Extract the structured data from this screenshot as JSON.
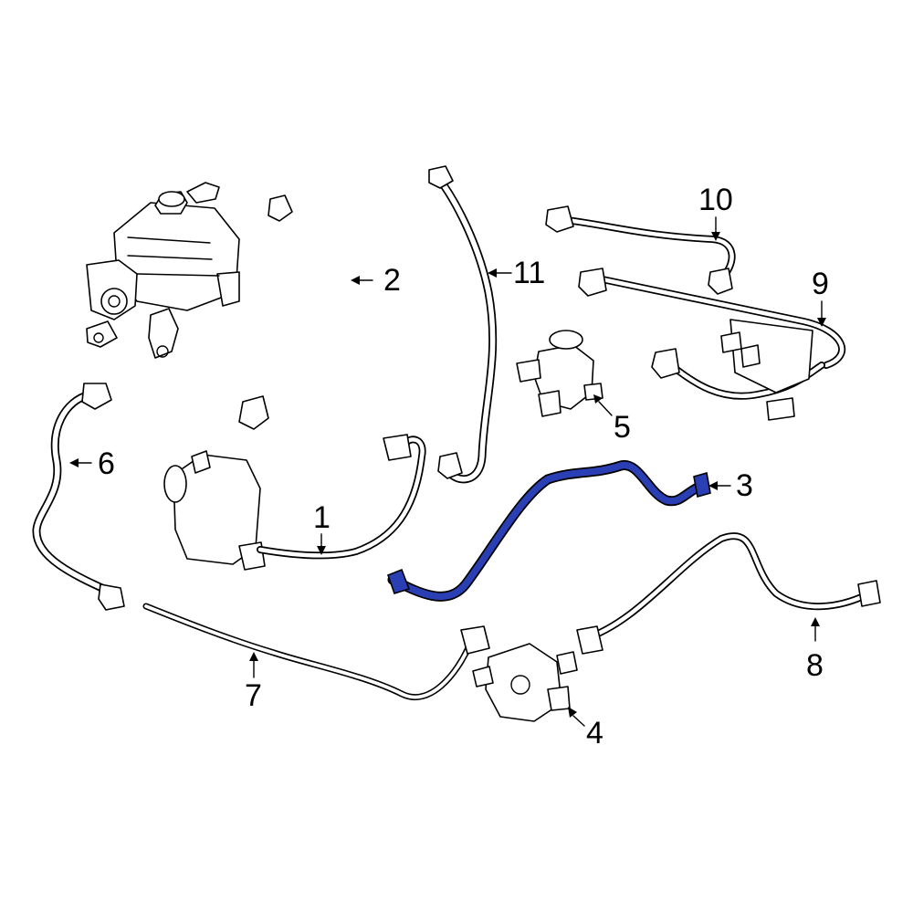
{
  "diagram": {
    "highlight_color": "#2b3fb5",
    "line_color": "#000000",
    "background": "#ffffff",
    "callouts": {
      "c1": "1",
      "c2": "2",
      "c3": "3",
      "c4": "4",
      "c5": "5",
      "c6": "6",
      "c7": "7",
      "c8": "8",
      "c9": "9",
      "c10": "10",
      "c11": "11"
    }
  }
}
